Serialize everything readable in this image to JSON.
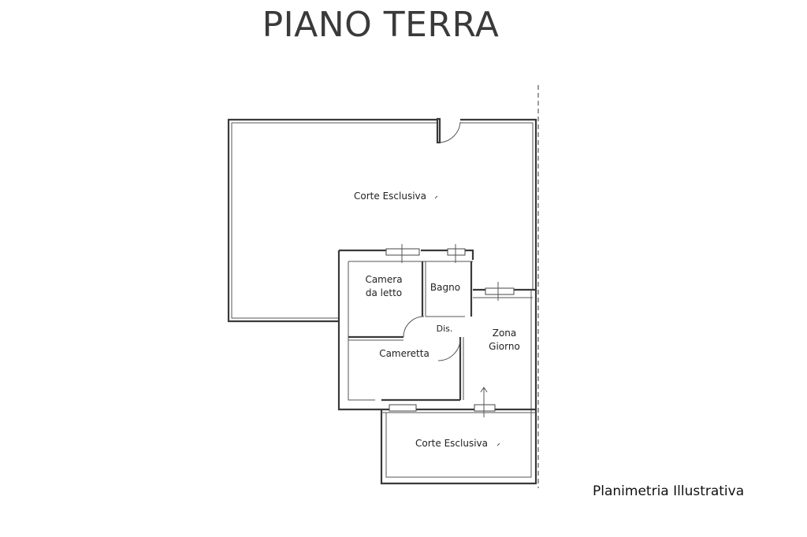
{
  "title": "PIANO TERRA",
  "rooms": {
    "corte_top": "Corte Esclusiva",
    "camera_line1": "Camera",
    "camera_line2": "da letto",
    "bagno": "Bagno",
    "dis": "Dis.",
    "zona_line1": "Zona",
    "zona_line2": "Giorno",
    "cameretta": "Cameretta",
    "corte_bottom": "Corte Esclusiva"
  },
  "caption": "Planimetria Illustrativa"
}
